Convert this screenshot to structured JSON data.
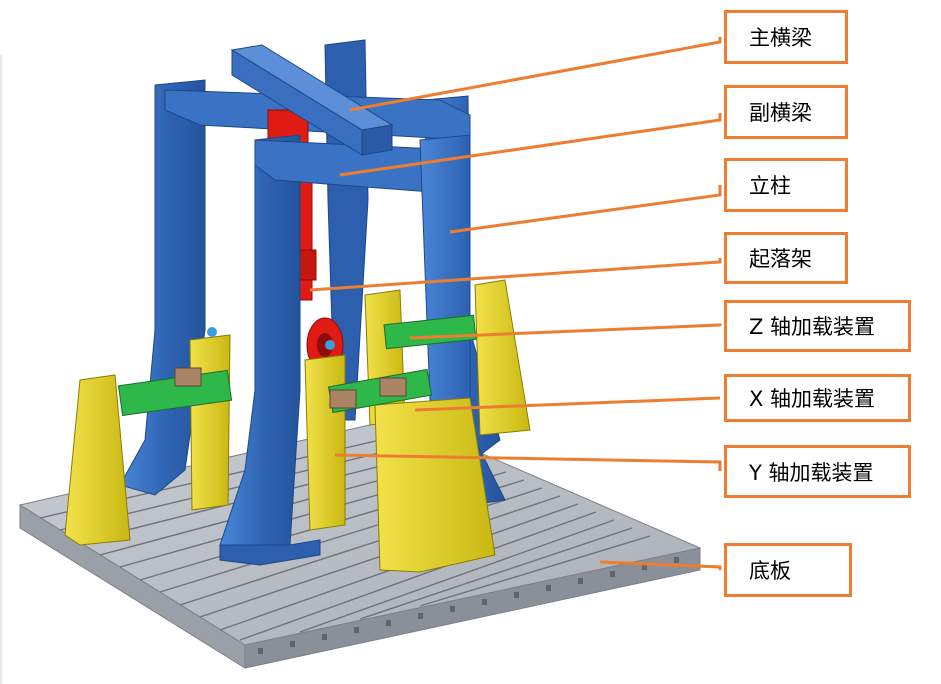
{
  "labels": {
    "main_beam": "主横梁",
    "sub_beam": "副横梁",
    "column": "立柱",
    "landing_gear": "起落架",
    "z_axis": "Z 轴加载装置",
    "x_axis": "X 轴加载装置",
    "y_axis": "Y 轴加载装置",
    "base_plate": "底板"
  },
  "colors": {
    "leader": "#ED7D31",
    "frame_blue": "#3A73C4",
    "loader_yellow": "#E6D21E",
    "landing_gear_red": "#E01B14",
    "actuator_green": "#2FB84A",
    "base_grey": "#B9BEC6"
  }
}
